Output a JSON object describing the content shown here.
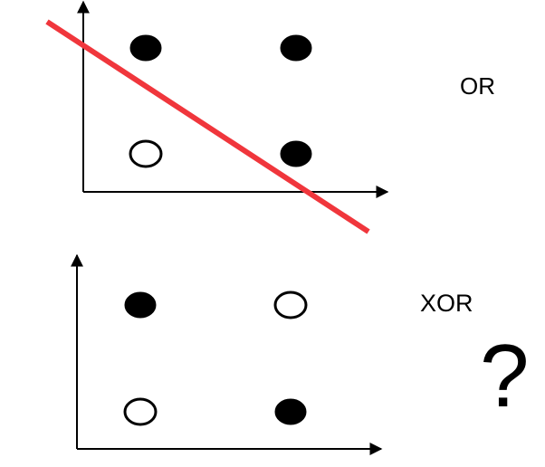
{
  "panels": [
    {
      "id": "or",
      "label": "OR",
      "points": [
        {
          "x": 0,
          "y": 1,
          "filled": true
        },
        {
          "x": 1,
          "y": 1,
          "filled": true
        },
        {
          "x": 0,
          "y": 0,
          "filled": false
        },
        {
          "x": 1,
          "y": 0,
          "filled": true
        }
      ],
      "has_separator_line": true
    },
    {
      "id": "xor",
      "label": "XOR",
      "question_mark": "?",
      "points": [
        {
          "x": 0,
          "y": 1,
          "filled": true
        },
        {
          "x": 1,
          "y": 1,
          "filled": false
        },
        {
          "x": 0,
          "y": 0,
          "filled": false
        },
        {
          "x": 1,
          "y": 0,
          "filled": true
        }
      ],
      "has_separator_line": false
    }
  ],
  "colors": {
    "axis": "#000000",
    "point_fill": "#000000",
    "point_stroke": "#000000",
    "empty_fill": "#ffffff",
    "separator_line": "#f0363c"
  }
}
